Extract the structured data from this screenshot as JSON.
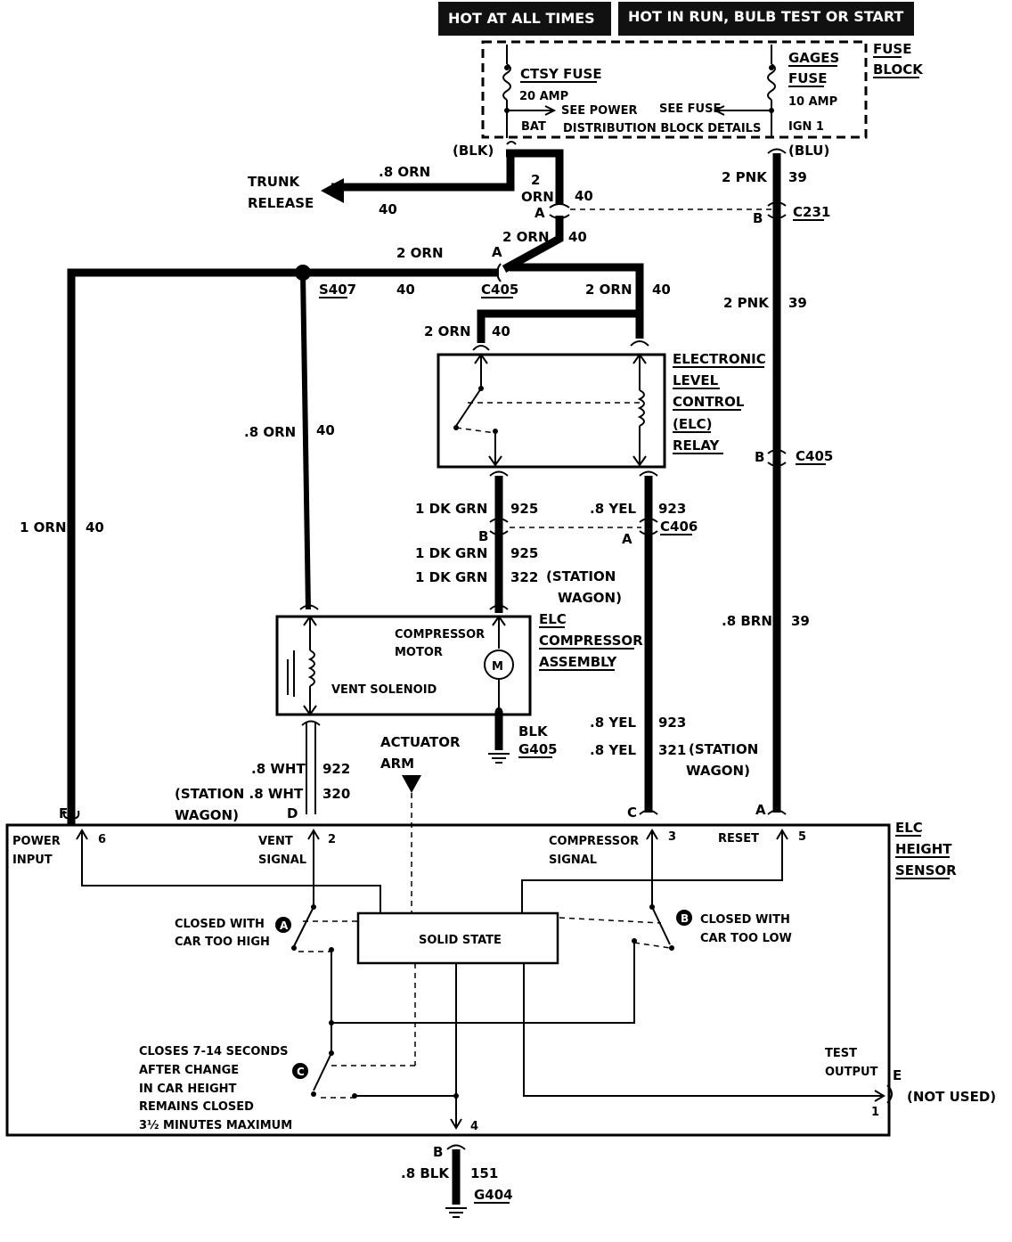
{
  "header": {
    "hot_all_times": "HOT AT ALL TIMES",
    "hot_in_run": "HOT IN RUN,  BULB TEST OR START"
  },
  "fuse_block": {
    "title1": "FUSE",
    "title2": "BLOCK",
    "ctsy_fuse": "CTSY FUSE",
    "ctsy_amp": "20 AMP",
    "gages1": "GAGES",
    "gages2": "FUSE",
    "gages_amp": "10 AMP",
    "see_power": "SEE POWER",
    "see_fuse": "SEE FUSE",
    "bat": "BAT",
    "distribution": "DISTRIBUTION BLOCK DETAILS",
    "ign": "IGN 1"
  },
  "wires": {
    "blk": "(BLK)",
    "blu": "(BLU)",
    "orn08": ".8 ORN",
    "n40": "40",
    "trunk1": "TRUNK",
    "trunk2": "RELEASE",
    "two": "2",
    "orn": "ORN",
    "two_orn": "2 ORN",
    "two_pnk": "2 PNK",
    "n39": "39",
    "c231": "C231",
    "c405": "C405",
    "c406": "C406",
    "s407": "S407",
    "a": "A",
    "b": "B",
    "c": "C",
    "d": "D",
    "e": "E",
    "f": "F",
    "one_orn": "1 ORN",
    "dk_grn": "1 DK GRN",
    "n925": "925",
    "n322": "322",
    "station": "(STATION",
    "wagon": "WAGON)",
    "yel": ".8 YEL",
    "n923": "923",
    "n321": "321",
    "brn": ".8 BRN",
    "wht": ".8 WHT",
    "n922": "922",
    "n320": "320",
    "station_wht": "(STATION .8 WHT",
    "blk2": "BLK",
    "g405": "G405",
    "g404": "G404",
    "blk08": ".8 BLK",
    "n151": "151",
    "not_used": "(NOT USED)"
  },
  "relay": {
    "l1": "ELECTRONIC",
    "l2": "LEVEL",
    "l3": "CONTROL",
    "l4": "(ELC)",
    "l5": "RELAY"
  },
  "compressor": {
    "motor1": "COMPRESSOR",
    "motor2": "MOTOR",
    "vent": "VENT SOLENOID",
    "m": "M",
    "l1": "ELC",
    "l2": "COMPRESSOR",
    "l3": "ASSEMBLY"
  },
  "actuator": {
    "l1": "ACTUATOR",
    "l2": "ARM"
  },
  "sensor": {
    "l1": "ELC",
    "l2": "HEIGHT",
    "l3": "SENSOR",
    "power1": "POWER",
    "power2": "INPUT",
    "vent1": "VENT",
    "vent2": "SIGNAL",
    "comp1": "COMPRESSOR",
    "comp2": "SIGNAL",
    "reset": "RESET",
    "p6": "6",
    "p2": "2",
    "p3": "3",
    "p5": "5",
    "p4": "4",
    "p1": "1",
    "closed_high1": "CLOSED WITH",
    "closed_high2": "CAR TOO HIGH",
    "closed_low1": "CLOSED WITH",
    "closed_low2": "CAR TOO LOW",
    "solid": "SOLID STATE",
    "closes1": "CLOSES 7-14 SECONDS",
    "closes2": "AFTER CHANGE",
    "closes3": "IN CAR HEIGHT",
    "closes4": "REMAINS CLOSED",
    "closes5": "3½ MINUTES MAXIMUM",
    "test1": "TEST",
    "test2": "OUTPUT",
    "ca": "A",
    "cb": "B",
    "cc": "C"
  }
}
